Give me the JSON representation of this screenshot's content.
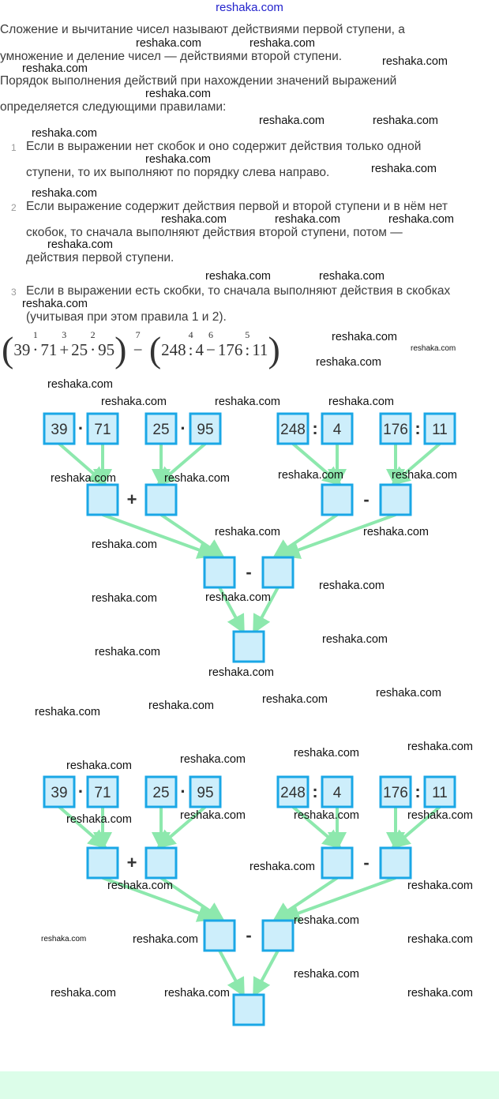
{
  "site_label": "reshaka.com",
  "intro_lines": [
    "Сложение и вычитание чисел называют действиями первой ступени, а",
    "умножение и деление чисел — действиями второй ступени.",
    "Порядок выполнения действий при нахождении значений выражений",
    "определяется следующими правилами:"
  ],
  "rules": [
    {
      "number": "1",
      "lines": [
        "Если в выражении нет скобок и оно содержит действия только одной",
        "ступени, то их выполняют по порядку слева направо."
      ]
    },
    {
      "number": "2",
      "lines": [
        "Если выражение содержит действия первой и второй ступени и в нём нет",
        "скобок, то сначала выполняют действия второй ступени, потом —",
        "действия первой ступени."
      ]
    },
    {
      "number": "3",
      "lines": [
        "Если в выражении есть скобки, то сначала выполняют действия в скобках",
        "(учитывая при этом правила 1 и 2)."
      ]
    }
  ],
  "formula": {
    "open1": "(",
    "a": "39",
    "op1": "·",
    "ord1": "1",
    "b": "71",
    "op2": "+",
    "ord2": "3",
    "c": "25",
    "op3": "·",
    "ord3": "2",
    "d": "95",
    "close1": ")",
    "op4": "−",
    "ord4": "7",
    "open2": "(",
    "e": "248",
    "op5": ":",
    "ord5": "4",
    "f": "4",
    "op6": "−",
    "ord6": "6",
    "g": "176",
    "op7": ":",
    "ord7": "5",
    "h": "11",
    "close2": ")"
  },
  "diagrams": [
    {
      "top": [
        "39",
        "71",
        "25",
        "95",
        "248",
        "4",
        "176",
        "11"
      ],
      "top_ops": [
        "·",
        "·",
        ":",
        ":"
      ],
      "mid_ops": [
        "+",
        "-"
      ],
      "low_op": "-"
    },
    {
      "top": [
        "39",
        "71",
        "25",
        "95",
        "248",
        "4",
        "176",
        "11"
      ],
      "top_ops": [
        "·",
        "·",
        ":",
        ":"
      ],
      "mid_ops": [
        "+",
        "-"
      ],
      "low_op": "-"
    }
  ],
  "colors": {
    "box_fill": "#cdeefb",
    "box_border": "#1aa7e6",
    "arrow": "#8de8ad",
    "footer": "#dcfde9",
    "site_link": "#2222cc"
  },
  "watermark": "reshaka.com"
}
